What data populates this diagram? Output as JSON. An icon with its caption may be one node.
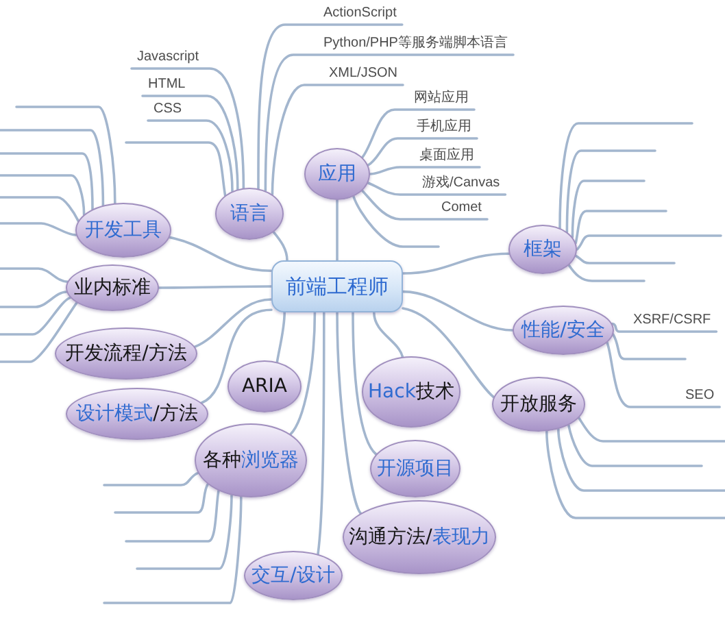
{
  "diagram": {
    "nodes": [
      {
        "text": [
          "前端工程师"
        ]
      },
      {
        "text": [
          "语言"
        ]
      },
      {
        "text": [
          "应用"
        ]
      },
      {
        "text": [
          "框架"
        ]
      },
      {
        "text": [
          "开发工具"
        ]
      },
      {
        "text": [
          "业内标准"
        ]
      },
      {
        "text": [
          "开发流程/方法"
        ]
      },
      {
        "text": [
          "设计模式/方法"
        ]
      },
      {
        "text": [
          "ARIA"
        ]
      },
      {
        "text": [
          "Hack技术"
        ]
      },
      {
        "text": [
          "性能/安全"
        ]
      },
      {
        "text": [
          "开放服务"
        ]
      },
      {
        "text": [
          "各种浏览器"
        ]
      },
      {
        "text": [
          "开源项目"
        ]
      },
      {
        "text": [
          "沟通方法/表现力"
        ]
      },
      {
        "text": [
          "交互/设计"
        ]
      },
      {
        "text": [
          "Javascript"
        ]
      },
      {
        "text": [
          "HTML"
        ]
      },
      {
        "text": [
          "CSS"
        ]
      },
      {
        "text": [
          "ActionScript"
        ]
      },
      {
        "text": [
          "Python/PHP等服务端脚本语言"
        ]
      },
      {
        "text": [
          "XML/JSON"
        ]
      },
      {
        "text": [
          "网站应用"
        ]
      },
      {
        "text": [
          "手机应用"
        ]
      },
      {
        "text": [
          "桌面应用"
        ]
      },
      {
        "text": [
          "游戏/Canvas"
        ]
      },
      {
        "text": [
          "Comet"
        ]
      },
      {
        "text": [
          "XSRF/CSRF"
        ]
      },
      {
        "text": [
          "SEO"
        ]
      }
    ],
    "edges": [
      {
        "from": 0,
        "to": 1,
        "arrow": "none"
      },
      {
        "from": 0,
        "to": 2,
        "arrow": "none"
      },
      {
        "from": 0,
        "to": 3,
        "arrow": "none"
      },
      {
        "from": 0,
        "to": 4,
        "arrow": "none"
      },
      {
        "from": 0,
        "to": 5,
        "arrow": "none"
      },
      {
        "from": 0,
        "to": 6,
        "arrow": "none"
      },
      {
        "from": 0,
        "to": 7,
        "arrow": "none"
      },
      {
        "from": 0,
        "to": 8,
        "arrow": "none"
      },
      {
        "from": 0,
        "to": 9,
        "arrow": "none"
      },
      {
        "from": 0,
        "to": 10,
        "arrow": "none"
      },
      {
        "from": 0,
        "to": 11,
        "arrow": "none"
      },
      {
        "from": 0,
        "to": 12,
        "arrow": "none"
      },
      {
        "from": 0,
        "to": 13,
        "arrow": "none"
      },
      {
        "from": 0,
        "to": 14,
        "arrow": "none"
      },
      {
        "from": 0,
        "to": 15,
        "arrow": "none"
      },
      {
        "from": 1,
        "to": 16,
        "arrow": "none"
      },
      {
        "from": 1,
        "to": 17,
        "arrow": "none"
      },
      {
        "from": 1,
        "to": 18,
        "arrow": "none"
      },
      {
        "from": 1,
        "to": null,
        "arrow": "none"
      },
      {
        "from": 1,
        "to": 19,
        "arrow": "none"
      },
      {
        "from": 1,
        "to": 20,
        "arrow": "none"
      },
      {
        "from": 1,
        "to": 21,
        "arrow": "none"
      },
      {
        "from": 2,
        "to": 22,
        "arrow": "none"
      },
      {
        "from": 2,
        "to": 23,
        "arrow": "none"
      },
      {
        "from": 2,
        "to": 24,
        "arrow": "none"
      },
      {
        "from": 2,
        "to": 25,
        "arrow": "none"
      },
      {
        "from": 2,
        "to": 26,
        "arrow": "none"
      },
      {
        "from": 2,
        "to": null,
        "arrow": "none"
      },
      {
        "from": 3,
        "to": null,
        "arrow": "none"
      },
      {
        "from": 3,
        "to": null,
        "arrow": "none"
      },
      {
        "from": 3,
        "to": null,
        "arrow": "none"
      },
      {
        "from": 3,
        "to": null,
        "arrow": "none"
      },
      {
        "from": 3,
        "to": null,
        "arrow": "none"
      },
      {
        "from": 3,
        "to": null,
        "arrow": "none"
      },
      {
        "from": 3,
        "to": null,
        "arrow": "none"
      },
      {
        "from": 4,
        "to": null,
        "arrow": "none"
      },
      {
        "from": 4,
        "to": null,
        "arrow": "none"
      },
      {
        "from": 4,
        "to": null,
        "arrow": "none"
      },
      {
        "from": 4,
        "to": null,
        "arrow": "none"
      },
      {
        "from": 4,
        "to": null,
        "arrow": "none"
      },
      {
        "from": 4,
        "to": null,
        "arrow": "none"
      },
      {
        "from": 5,
        "to": null,
        "arrow": "none"
      },
      {
        "from": 5,
        "to": null,
        "arrow": "none"
      },
      {
        "from": 5,
        "to": null,
        "arrow": "none"
      },
      {
        "from": 5,
        "to": null,
        "arrow": "none"
      },
      {
        "from": 10,
        "to": 27,
        "arrow": "none"
      },
      {
        "from": 10,
        "to": null,
        "arrow": "none"
      },
      {
        "from": 10,
        "to": 28,
        "arrow": "none"
      },
      {
        "from": 11,
        "to": null,
        "arrow": "none"
      },
      {
        "from": 11,
        "to": null,
        "arrow": "none"
      },
      {
        "from": 11,
        "to": null,
        "arrow": "none"
      },
      {
        "from": 11,
        "to": null,
        "arrow": "none"
      },
      {
        "from": 12,
        "to": null,
        "arrow": "none"
      },
      {
        "from": 12,
        "to": null,
        "arrow": "none"
      },
      {
        "from": 12,
        "to": null,
        "arrow": "none"
      },
      {
        "from": 12,
        "to": null,
        "arrow": "none"
      },
      {
        "from": 12,
        "to": null,
        "arrow": "none"
      }
    ]
  }
}
